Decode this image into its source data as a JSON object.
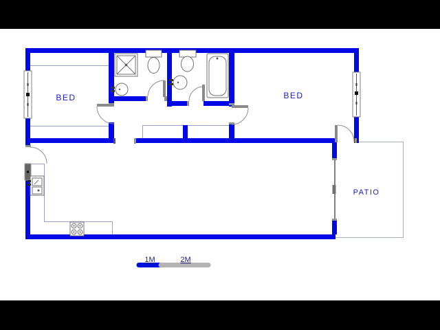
{
  "letterbox": {
    "color": "#000000"
  },
  "plan": {
    "background": "#ffffff",
    "wall_color": "#0009e6",
    "label_color": "#1a1acc",
    "fixture_line_color": "#707070",
    "thin_line_color": "#9aa0c8",
    "door_arc_color": "#909090",
    "rooms": [
      {
        "id": "bed1",
        "label": "BED"
      },
      {
        "id": "bed2",
        "label": "BED"
      },
      {
        "id": "patio",
        "label": "PATIO"
      }
    ],
    "fixtures": [
      "shower",
      "wash-basin",
      "toilet",
      "wash-basin",
      "toilet",
      "bathtub",
      "kitchen-sink",
      "stove",
      "window-left",
      "window-right",
      "kitchen-window",
      "sliding-door",
      "built-in-cupboards"
    ],
    "scale_bar": {
      "labels": [
        "1M",
        "2M"
      ],
      "bar_blue": "#0010dd",
      "bar_gray": "#b4b4b4",
      "text_color": "#1d1d7a"
    }
  }
}
